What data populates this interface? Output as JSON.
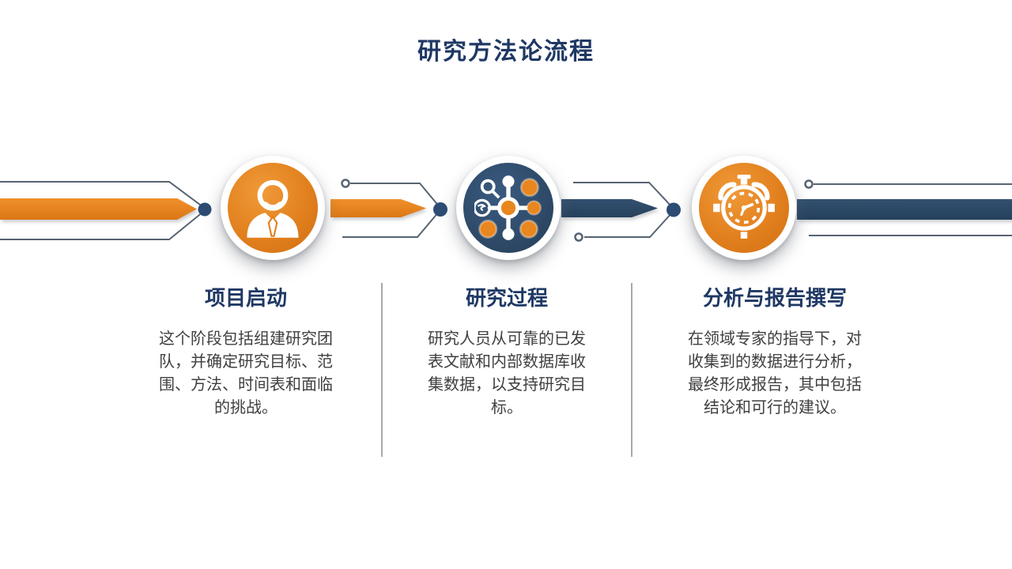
{
  "title": "研究方法论流程",
  "colors": {
    "heading_navy": "#1F3864",
    "body_text": "#3F3F3F",
    "orange": "#E2801E",
    "navy_circle": "#2E4A68",
    "navy_bar": "#27425E",
    "thin_line": "#566372",
    "connector_dot": "#2C4C74",
    "divider": "#A9A9A9"
  },
  "steps": [
    {
      "icon": "businessman-icon",
      "circle_color": "#E2801E",
      "heading": "项目启动",
      "body_lines": [
        "这个阶段包括组建研究团",
        "队，并确定研究目标、范",
        "围、方法、时间表和面临",
        "的挑战。"
      ]
    },
    {
      "icon": "research-network-icon",
      "circle_color": "#2E4A68",
      "heading": "研究过程",
      "body_lines": [
        "研究人员从可靠的已发",
        "表文献和内部数据库收",
        "集数据，以支持研究目",
        "标。"
      ]
    },
    {
      "icon": "stopwatch-icon",
      "circle_color": "#E2801E",
      "heading": "分析与报告撰写",
      "body_lines": [
        "在领域专家的指导下，对",
        "收集到的数据进行分析，",
        "最终形成报告，其中包括",
        "结论和可行的建议。"
      ]
    }
  ]
}
